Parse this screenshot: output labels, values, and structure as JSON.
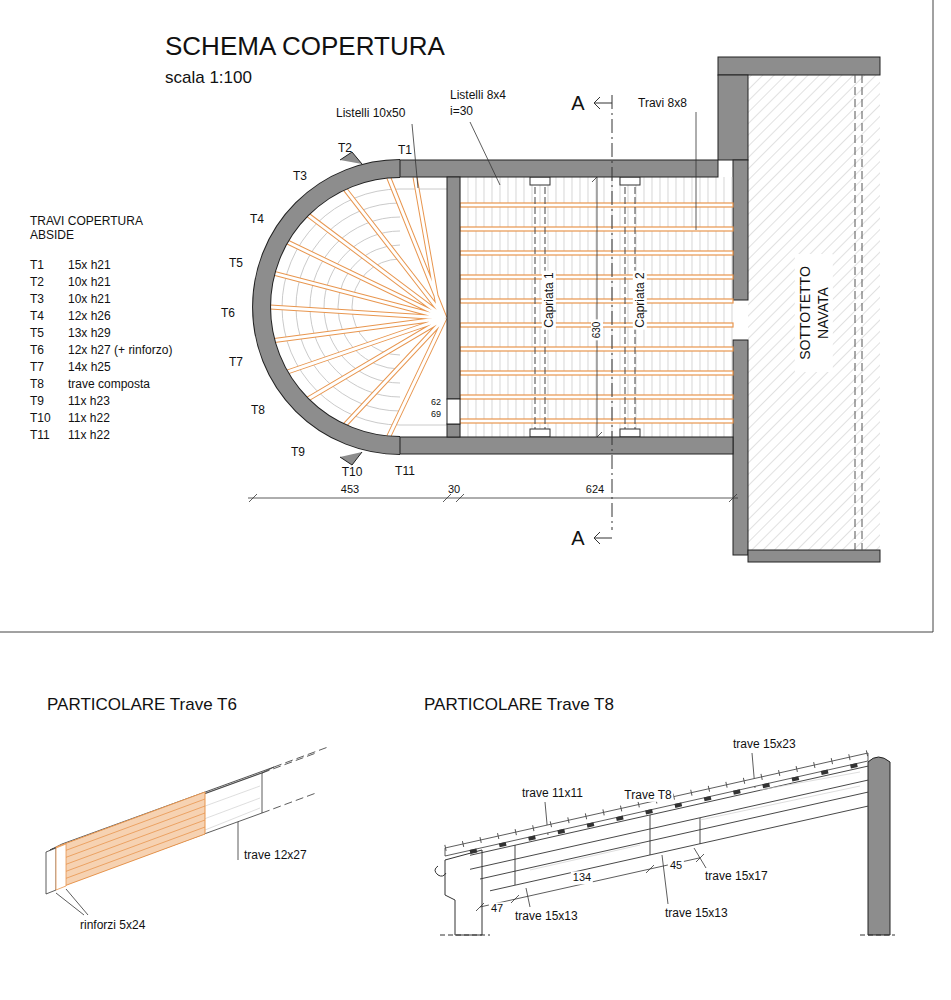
{
  "diagram": {
    "title": "SCHEMA COPERTURA",
    "nodes": [
      {
        "text": [
          "SOTTOTETTO NAVATA"
        ]
      }
    ],
    "labels": [
      "scala 1:100",
      "Listelli 10x50",
      "Listelli 8x4",
      "i=30",
      "Travi 8x8",
      "A",
      "A",
      "T1",
      "T2",
      "T3",
      "T4",
      "T5",
      "T6",
      "T7",
      "T8",
      "T9",
      "T10",
      "T11",
      "TRAVI COPERTURA ABSIDE",
      "T1",
      "15x h21",
      "T2",
      "10x h21",
      "T3",
      "10x h21",
      "T4",
      "12x h26",
      "T5",
      "13x h29",
      "T6",
      "12x h27 (+ rinforzo)",
      "T7",
      "14x h25",
      "T8",
      "trave composta",
      "T9",
      "11x h23",
      "T10",
      "11x h22",
      "T11",
      "11x h22",
      "Capriata 1",
      "Capriata 2",
      "630",
      "62",
      "69",
      "453",
      "30",
      "624",
      "PARTICOLARE Trave T6",
      "trave 12x27",
      "rinforzi 5x24",
      "PARTICOLARE Trave T8",
      "trave 15x23",
      "trave 11x11",
      "Trave T8",
      "trave 15x17",
      "trave 15x13",
      "trave 15x13",
      "134",
      "45",
      "47"
    ]
  }
}
